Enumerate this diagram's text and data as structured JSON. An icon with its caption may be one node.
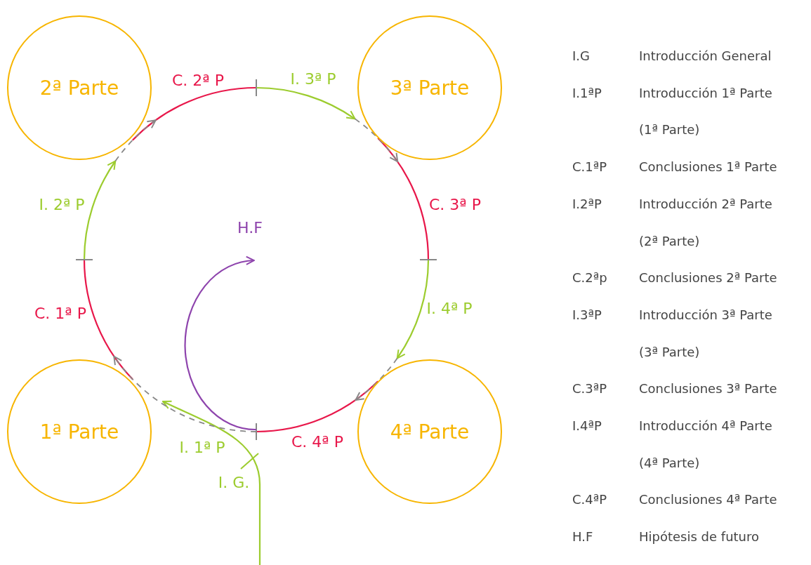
{
  "diagram": {
    "nodes": [
      {
        "text": [
          "2ª Parte"
        ]
      },
      {
        "text": [
          "3ª Parte"
        ]
      },
      {
        "text": [
          "H.F"
        ]
      },
      {
        "text": [
          "1ª Parte"
        ]
      },
      {
        "text": [
          "4ª Parte"
        ]
      }
    ],
    "edges": [
      {
        "from": null,
        "to": 0,
        "arrow": "to",
        "style": "dashed"
      },
      {
        "from": null,
        "to": 1,
        "arrow": "to",
        "style": "dashed"
      },
      {
        "from": null,
        "to": 2,
        "arrow": "to",
        "color": "#8e44ad"
      },
      {
        "from": null,
        "to": 3,
        "arrow": "to",
        "style": "dashed"
      },
      {
        "from": null,
        "to": 4,
        "arrow": "to",
        "style": "dashed"
      }
    ],
    "labels": [
      "C. 2ª P",
      "I. 3ª P",
      "I. 2ª P",
      "C. 3ª P",
      "C. 1ª P",
      "I. 4ª P",
      "I. 1ª P",
      "C. 4ª P",
      "I. G.",
      "I.G",
      "Introducción General",
      "I.1ªP",
      "Introducción 1ª Parte",
      "(1ª Parte)",
      "C.1ªP",
      "Conclusiones 1ª Parte",
      "I.2ªP",
      "Introducción 2ª Parte",
      "(2ª Parte)",
      "C.2ªp",
      "Conclusiones 2ª Parte",
      "I.3ªP",
      "Introducción 3ª Parte",
      "(3ª Parte)",
      "C.3ªP",
      "Conclusiones 3ª Parte",
      "I.4ªP",
      "Introducción 4ª Parte",
      "(4ª Parte)",
      "C.4ªP",
      "Conclusiones 4ª Parte",
      "H.F",
      "Hipótesis de futuro"
    ]
  }
}
